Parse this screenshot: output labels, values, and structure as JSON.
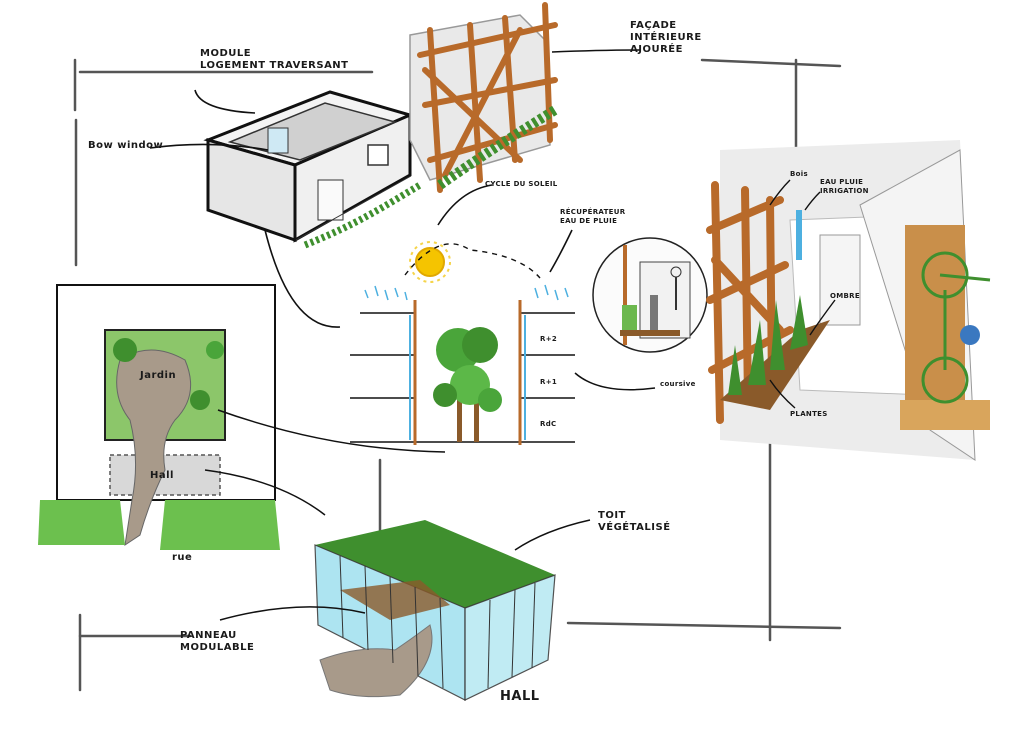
{
  "labels": {
    "module_l1": "MODULE",
    "module_l2": "LOGEMENT TRAVERSANT",
    "bow_window": "Bow window",
    "facade_l1": "FAÇADE",
    "facade_l2": "INTÉRIEURE",
    "facade_l3": "AJOURÉE",
    "cycle": "CYCLE DU SOLEIL",
    "recup_l1": "RÉCUPÉRATEUR",
    "recup_l2": "EAU DE PLUIE",
    "r2": "R+2",
    "r1": "R+1",
    "rdc": "RdC",
    "coursive": "coursive",
    "bois": "Bois",
    "eau_l1": "EAU PLUIE",
    "eau_l2": "IRRIGATION",
    "ombre": "OMBRE",
    "plantes": "PLANTES",
    "jardin": "Jardin",
    "hall_plan": "Hall",
    "rue": "rue",
    "toit_l1": "TOIT",
    "toit_l2": "VÉGÉTALISÉ",
    "panneau_l1": "PANNEAU",
    "panneau_l2": "MODULABLE",
    "hall_pavilion": "HALL"
  },
  "colors": {
    "wood": "#b86a2a",
    "green": "#3f8f2e",
    "light_green": "#8cc66a",
    "water": "#4db0e0",
    "sun": "#f5c400",
    "glass": "#9fe0ef",
    "ink": "#1a1a1a",
    "gravel": "#a89a8a"
  }
}
